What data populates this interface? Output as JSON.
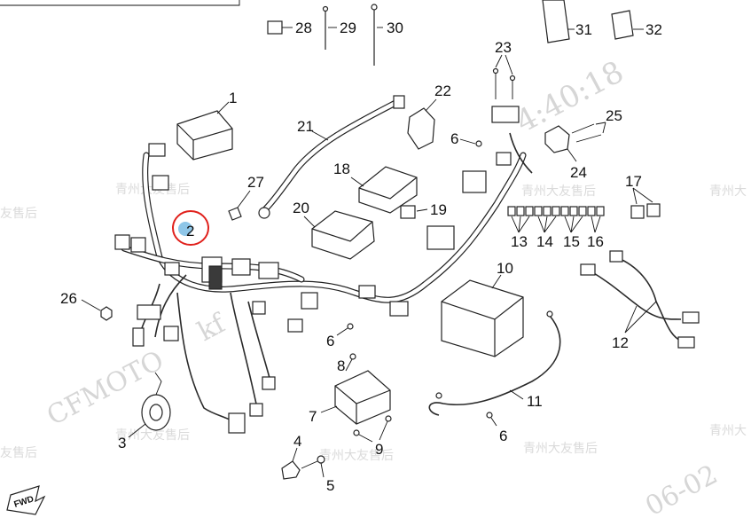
{
  "diagram": {
    "callouts": [
      {
        "id": "1",
        "label": "1"
      },
      {
        "id": "2",
        "label": "2"
      },
      {
        "id": "3",
        "label": "3"
      },
      {
        "id": "4",
        "label": "4"
      },
      {
        "id": "5",
        "label": "5"
      },
      {
        "id": "6a",
        "label": "6"
      },
      {
        "id": "6b",
        "label": "6"
      },
      {
        "id": "6c",
        "label": "6"
      },
      {
        "id": "7",
        "label": "7"
      },
      {
        "id": "8",
        "label": "8"
      },
      {
        "id": "9",
        "label": "9"
      },
      {
        "id": "10",
        "label": "10"
      },
      {
        "id": "11",
        "label": "11"
      },
      {
        "id": "12",
        "label": "12"
      },
      {
        "id": "13",
        "label": "13"
      },
      {
        "id": "14",
        "label": "14"
      },
      {
        "id": "15",
        "label": "15"
      },
      {
        "id": "16",
        "label": "16"
      },
      {
        "id": "17",
        "label": "17"
      },
      {
        "id": "18",
        "label": "18"
      },
      {
        "id": "19",
        "label": "19"
      },
      {
        "id": "20",
        "label": "20"
      },
      {
        "id": "21",
        "label": "21"
      },
      {
        "id": "22",
        "label": "22"
      },
      {
        "id": "23",
        "label": "23"
      },
      {
        "id": "24",
        "label": "24"
      },
      {
        "id": "25",
        "label": "25"
      },
      {
        "id": "26",
        "label": "26"
      },
      {
        "id": "27",
        "label": "27"
      },
      {
        "id": "28",
        "label": "28"
      },
      {
        "id": "29",
        "label": "29"
      },
      {
        "id": "30",
        "label": "30"
      },
      {
        "id": "31",
        "label": "31"
      },
      {
        "id": "32",
        "label": "32"
      }
    ],
    "watermarks": {
      "brand": "CFMOTO",
      "brand_partial": "kf",
      "dealer": "青州大友售后",
      "dealer_left_partial": "友售后",
      "dealer_right_partial": "青州大",
      "time_stamp": "4:40:18",
      "date_stamp": "06-02"
    },
    "fwd_label": "FWD",
    "highlight": {
      "color": "#e0201b",
      "marker_color": "#8ec6e8",
      "target": "2"
    }
  }
}
